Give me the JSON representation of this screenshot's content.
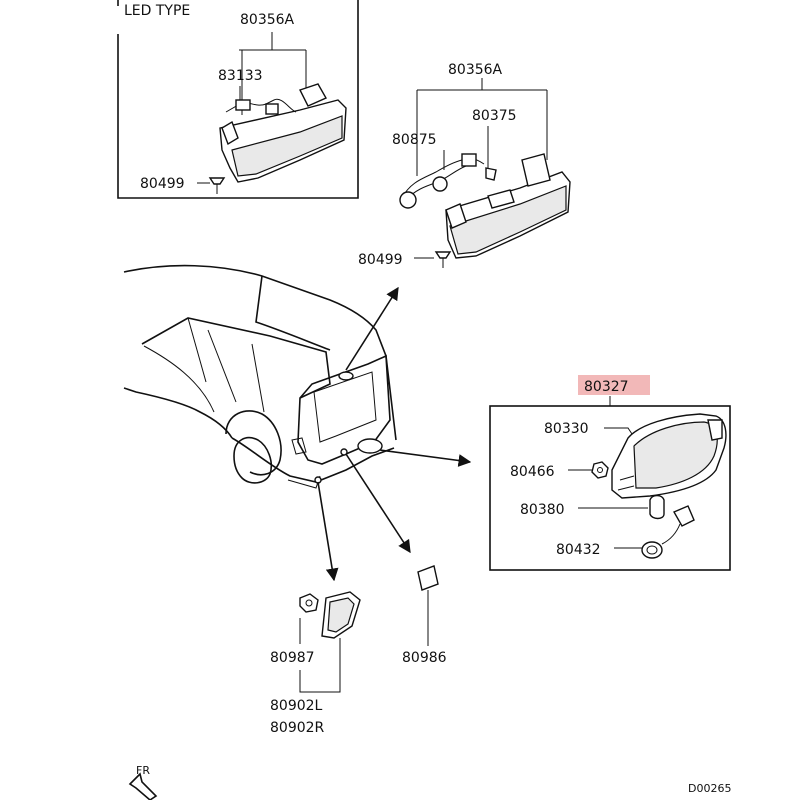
{
  "inset": {
    "title": "LED TYPE"
  },
  "labels": {
    "led_assy": "80356A",
    "led_harness": "83133",
    "led_screw": "80499",
    "std_assy": "80356A",
    "std_bulb": "80375",
    "std_harness": "80875",
    "std_screw": "80499",
    "lamp_assy": "80327",
    "lamp_body": "80330",
    "lamp_nut": "80466",
    "lamp_bulb": "80380",
    "lamp_socket": "80432",
    "reflector_nut": "80987",
    "reflector_l": "80902L",
    "reflector_r": "80902R",
    "pad": "80986"
  },
  "footer": {
    "direction": "FR",
    "code": "D00265"
  },
  "colors": {
    "line": "#111111",
    "highlight": "#f2b8b8"
  }
}
